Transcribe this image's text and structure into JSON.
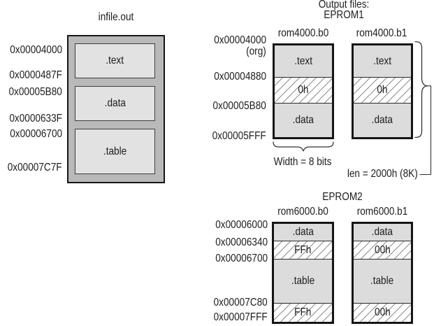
{
  "colors": {
    "container_fill": "#b9b9b9",
    "section_fill": "#dcdcdc",
    "hatch_line": "#8f8f8f",
    "border_dark": "#161616",
    "text": "#1c1c1c"
  },
  "infile": {
    "title": "infile.out",
    "sections": [
      ".text",
      ".data",
      ".table"
    ],
    "addresses": [
      "0x00004000",
      "0x0000487F",
      "0x00005B80",
      "0x0000633F",
      "0x00006700",
      "0x00007C7F"
    ]
  },
  "output_header": {
    "line1": "Output files:",
    "line2": "EPROM1"
  },
  "eprom1": {
    "files": [
      {
        "name": "rom4000.b0",
        "sections": [
          ".text",
          "0h",
          ".data"
        ]
      },
      {
        "name": "rom4000.b1",
        "sections": [
          ".text",
          "0h",
          ".data"
        ]
      }
    ],
    "addresses": [
      "0x00004000",
      "(org)",
      "0x00004880",
      "0x00005B80",
      "0x00005FFF"
    ],
    "width_label": "Width = 8 bits",
    "len_label": "len = 2000h (8K)"
  },
  "eprom2": {
    "title": "EPROM2",
    "files": [
      {
        "name": "rom6000.b0",
        "sections": [
          ".data",
          "FFh",
          ".table",
          "FFh"
        ]
      },
      {
        "name": "rom6000.b1",
        "sections": [
          ".data",
          "00h",
          ".table",
          "00h"
        ]
      }
    ],
    "addresses": [
      "0x00006000",
      "0x00006340",
      "0x00006700",
      "0x00007C80",
      "0x00007FFF"
    ]
  }
}
